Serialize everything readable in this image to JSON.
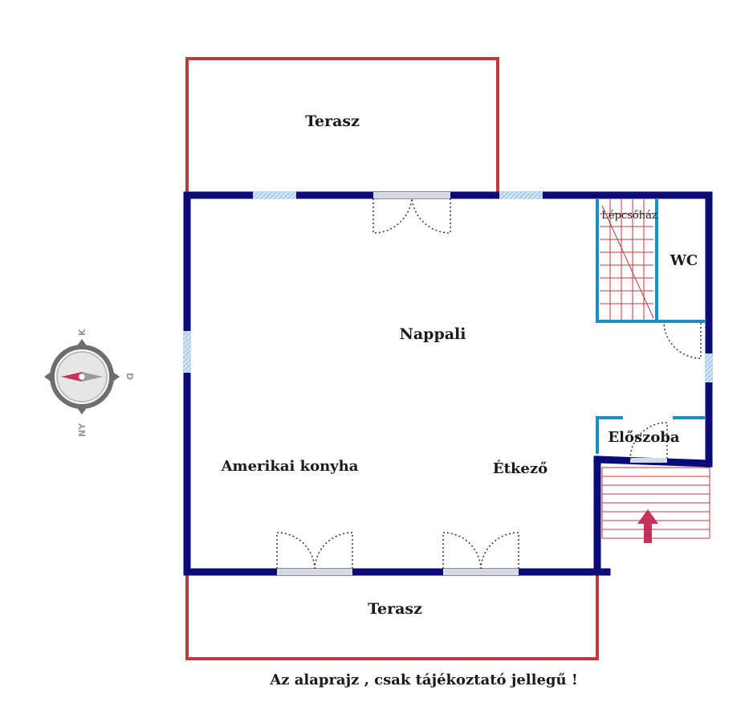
{
  "rooms": {
    "terrace_top": "Terasz",
    "living_room": "Nappali",
    "staircase": "Lépcsőház",
    "wc": "WC",
    "hallway": "Előszoba",
    "kitchen": "Amerikai konyha",
    "dining": "Étkező",
    "terrace_bottom": "Terasz"
  },
  "compass": {
    "north": "K",
    "east": "D",
    "south": "NY"
  },
  "disclaimer": "Az alaprajz , csak tájékoztató jellegű !",
  "colors": {
    "wall": "#0a0a78",
    "terrace_outline": "#c0393b",
    "stair_outline": "#1a8fc4",
    "stair_lines": "#c0393b",
    "entry_arrow": "#c8305a",
    "window_fill": "#9cc8e8"
  }
}
